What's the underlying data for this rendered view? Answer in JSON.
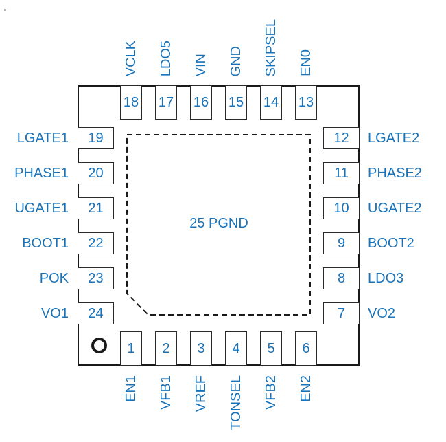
{
  "pad": {
    "label": "25 PGND"
  },
  "pins": {
    "top": [
      {
        "number": "18",
        "name": "VCLK"
      },
      {
        "number": "17",
        "name": "LDO5"
      },
      {
        "number": "16",
        "name": "VIN"
      },
      {
        "number": "15",
        "name": "GND"
      },
      {
        "number": "14",
        "name": "SKIPSEL"
      },
      {
        "number": "13",
        "name": "EN0"
      }
    ],
    "bottom": [
      {
        "number": "1",
        "name": "EN1"
      },
      {
        "number": "2",
        "name": "VFB1"
      },
      {
        "number": "3",
        "name": "VREF"
      },
      {
        "number": "4",
        "name": "TONSEL"
      },
      {
        "number": "5",
        "name": "VFB2"
      },
      {
        "number": "6",
        "name": "EN2"
      }
    ],
    "left": [
      {
        "number": "19",
        "name": "LGATE1"
      },
      {
        "number": "20",
        "name": "PHASE1"
      },
      {
        "number": "21",
        "name": "UGATE1"
      },
      {
        "number": "22",
        "name": "BOOT1"
      },
      {
        "number": "23",
        "name": "POK"
      },
      {
        "number": "24",
        "name": "VO1"
      }
    ],
    "right": [
      {
        "number": "12",
        "name": "LGATE2"
      },
      {
        "number": "11",
        "name": "PHASE2"
      },
      {
        "number": "10",
        "name": "UGATE2"
      },
      {
        "number": "9",
        "name": "BOOT2"
      },
      {
        "number": "8",
        "name": "LDO3"
      },
      {
        "number": "7",
        "name": "VO2"
      }
    ]
  },
  "colors": {
    "label_blue": "#1A73B8",
    "line_black": "#1A1A1A"
  }
}
